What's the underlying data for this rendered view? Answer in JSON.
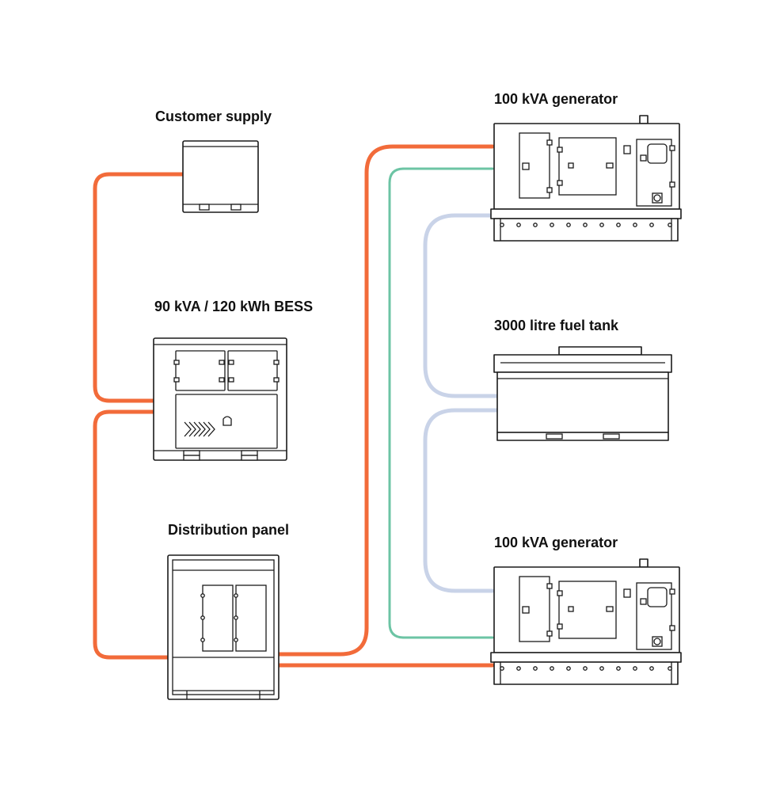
{
  "labels": {
    "customer_supply": "Customer supply",
    "bess": "90 kVA / 120 kWh BESS",
    "distribution_panel": "Distribution panel",
    "generator_top": "100 kVA generator",
    "fuel_tank": "3000 litre fuel tank",
    "generator_bottom": "100 kVA generator"
  },
  "colors": {
    "power_cable": "#f26b3a",
    "control_cable": "#6cc4a4",
    "fuel_line": "#c9d3e8",
    "outline": "#1a1a1a"
  }
}
